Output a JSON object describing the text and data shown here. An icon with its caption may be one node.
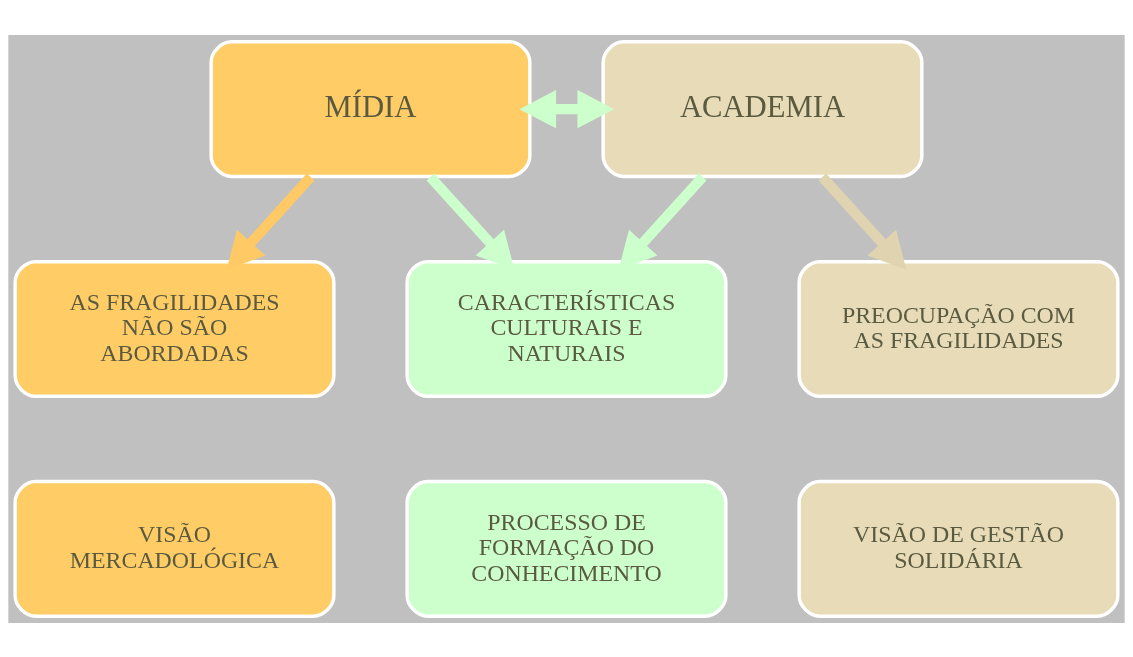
{
  "diagram": {
    "nodes": [
      {
        "text": [
          "MÍDIA"
        ]
      },
      {
        "text": [
          "ACADEMIA"
        ]
      },
      {
        "text": [
          "AS FRAGILIDADES NÃO SÃO ABORDADAS"
        ]
      },
      {
        "text": [
          "CARACTERÍSTICAS CULTURAIS E NATURAIS"
        ]
      },
      {
        "text": [
          "PREOCUPAÇÃO COM AS FRAGILIDADES"
        ]
      },
      {
        "text": [
          "VISÃO MERCADOLÓGICA"
        ]
      },
      {
        "text": [
          "PROCESSO DE FORMAÇÃO DO CONHECIMENTO"
        ]
      },
      {
        "text": [
          "VISÃO DE GESTÃO SOLIDÁRIA"
        ]
      }
    ],
    "edges": [
      {
        "from": 0,
        "to": 2,
        "arrow": "to",
        "color": "#ffc966"
      },
      {
        "from": 0,
        "to": 1,
        "arrow": "both",
        "color": "#ccffcc"
      },
      {
        "from": 0,
        "to": 3,
        "arrow": "to",
        "color": "#ccffcc"
      },
      {
        "from": 1,
        "to": 3,
        "arrow": "to",
        "color": "#ccffcc"
      },
      {
        "from": 1,
        "to": 4,
        "arrow": "to",
        "color": "#e0d4b0"
      }
    ]
  }
}
